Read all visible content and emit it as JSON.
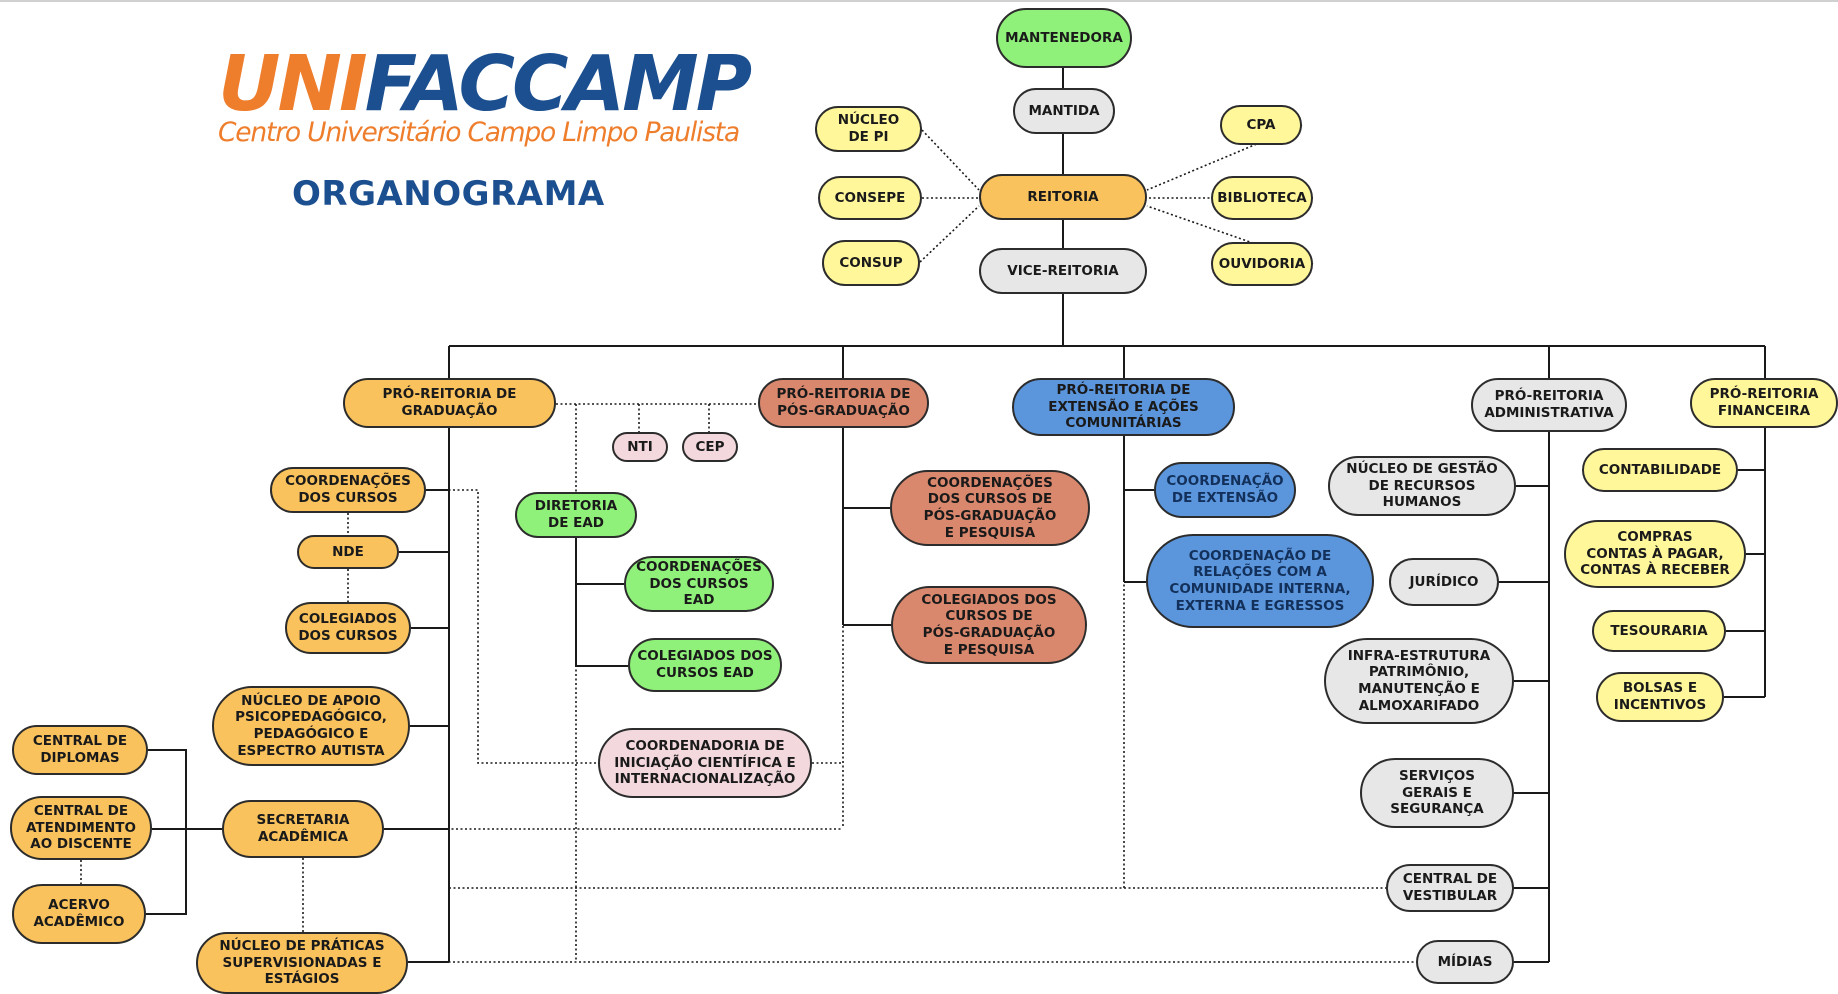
{
  "logo": {
    "part1": "UNI",
    "part2": "FACCAMP",
    "subtitle": "Centro Universitário Campo Limpo Paulista"
  },
  "heading": "ORGANOGRAMA",
  "colors": {
    "yellow": "#fff79a",
    "orange": "#f9c25d",
    "green": "#8ff07a",
    "grey": "#e7e7e7",
    "salmon": "#d9876d",
    "blue": "#5b95dc",
    "pink": "#f3d9dd",
    "line": "#1a1a1a"
  },
  "nodes": {
    "mantenedora": "MANTENEDORA",
    "mantida": "MANTIDA",
    "reitoria": "REITORIA",
    "vice_reitoria": "VICE-REITORIA",
    "nucleo_pi": "NÚCLEO\nDE PI",
    "consepe": "CONSEPE",
    "consup": "CONSUP",
    "cpa": "CPA",
    "biblioteca": "BIBLIOTECA",
    "ouvidoria": "OUVIDORIA",
    "pro_graduacao": "PRÓ-REITORIA DE\nGRADUAÇÃO",
    "pro_pos": "PRÓ-REITORIA DE\nPÓS-GRADUAÇÃO",
    "pro_extensao": "PRÓ-REITORIA DE\nEXTENSÃO E AÇÕES\nCOMUNITÁRIAS",
    "pro_admin": "PRÓ-REITORIA\nADMINISTRATIVA",
    "pro_fin": "PRÓ-REITORIA\nFINANCEIRA",
    "nti": "NTI",
    "cep": "CEP",
    "coord_cursos": "COORDENAÇÕES\nDOS CURSOS",
    "nde": "NDE",
    "colegiados_cursos": "COLEGIADOS\nDOS CURSOS",
    "nucleo_apoio": "NÚCLEO DE APOIO\nPSICOPEDAGÓGICO,\nPEDAGÓGICO E\nESPECTRO AUTISTA",
    "secretaria": "SECRETARIA\nACADÊMICA",
    "central_diplomas": "CENTRAL DE\nDIPLOMAS",
    "central_atend": "CENTRAL DE\nATENDIMENTO\nAO DISCENTE",
    "acervo": "ACERVO\nACADÊMICO",
    "nucleo_praticas": "NÚCLEO DE PRÁTICAS\nSUPERVISIONADAS E\nESTÁGIOS",
    "diretoria_ead": "DIRETORIA\nDE EAD",
    "coord_ead": "COORDENAÇÕES\nDOS CURSOS EAD",
    "coleg_ead": "COLEGIADOS DOS\nCURSOS EAD",
    "coord_ic": "COORDENADORIA DE\nINICIAÇÃO CIENTÍFICA E\nINTERNACIONALIZAÇÃO",
    "coord_pos": "COORDENAÇÕES\nDOS CURSOS DE\nPÓS-GRADUAÇÃO\nE PESQUISA",
    "coleg_pos": "COLEGIADOS DOS\nCURSOS DE\nPÓS-GRADUAÇÃO\nE PESQUISA",
    "coord_ext": "COORDENAÇÃO\nDE EXTENSÃO",
    "coord_rel": "COORDENAÇÃO DE\nRELAÇÕES COM A\nCOMUNIDADE INTERNA,\nEXTERNA E EGRESSOS",
    "nucleo_rh": "NÚCLEO DE GESTÃO\nDE RECURSOS\nHUMANOS",
    "juridico": "JURÍDICO",
    "infra": "INFRA-ESTRUTURA\nPATRIMÔNIO,\nMANUTENÇÃO E\nALMOXARIFADO",
    "servicos": "SERVIÇOS\nGERAIS E\nSEGURANÇA",
    "central_vest": "CENTRAL DE\nVESTIBULAR",
    "midias": "MÍDIAS",
    "contabilidade": "CONTABILIDADE",
    "compras": "COMPRAS\nCONTAS À PAGAR,\nCONTAS À RECEBER",
    "tesouraria": "TESOURARIA",
    "bolsas": "BOLSAS E\nINCENTIVOS"
  }
}
